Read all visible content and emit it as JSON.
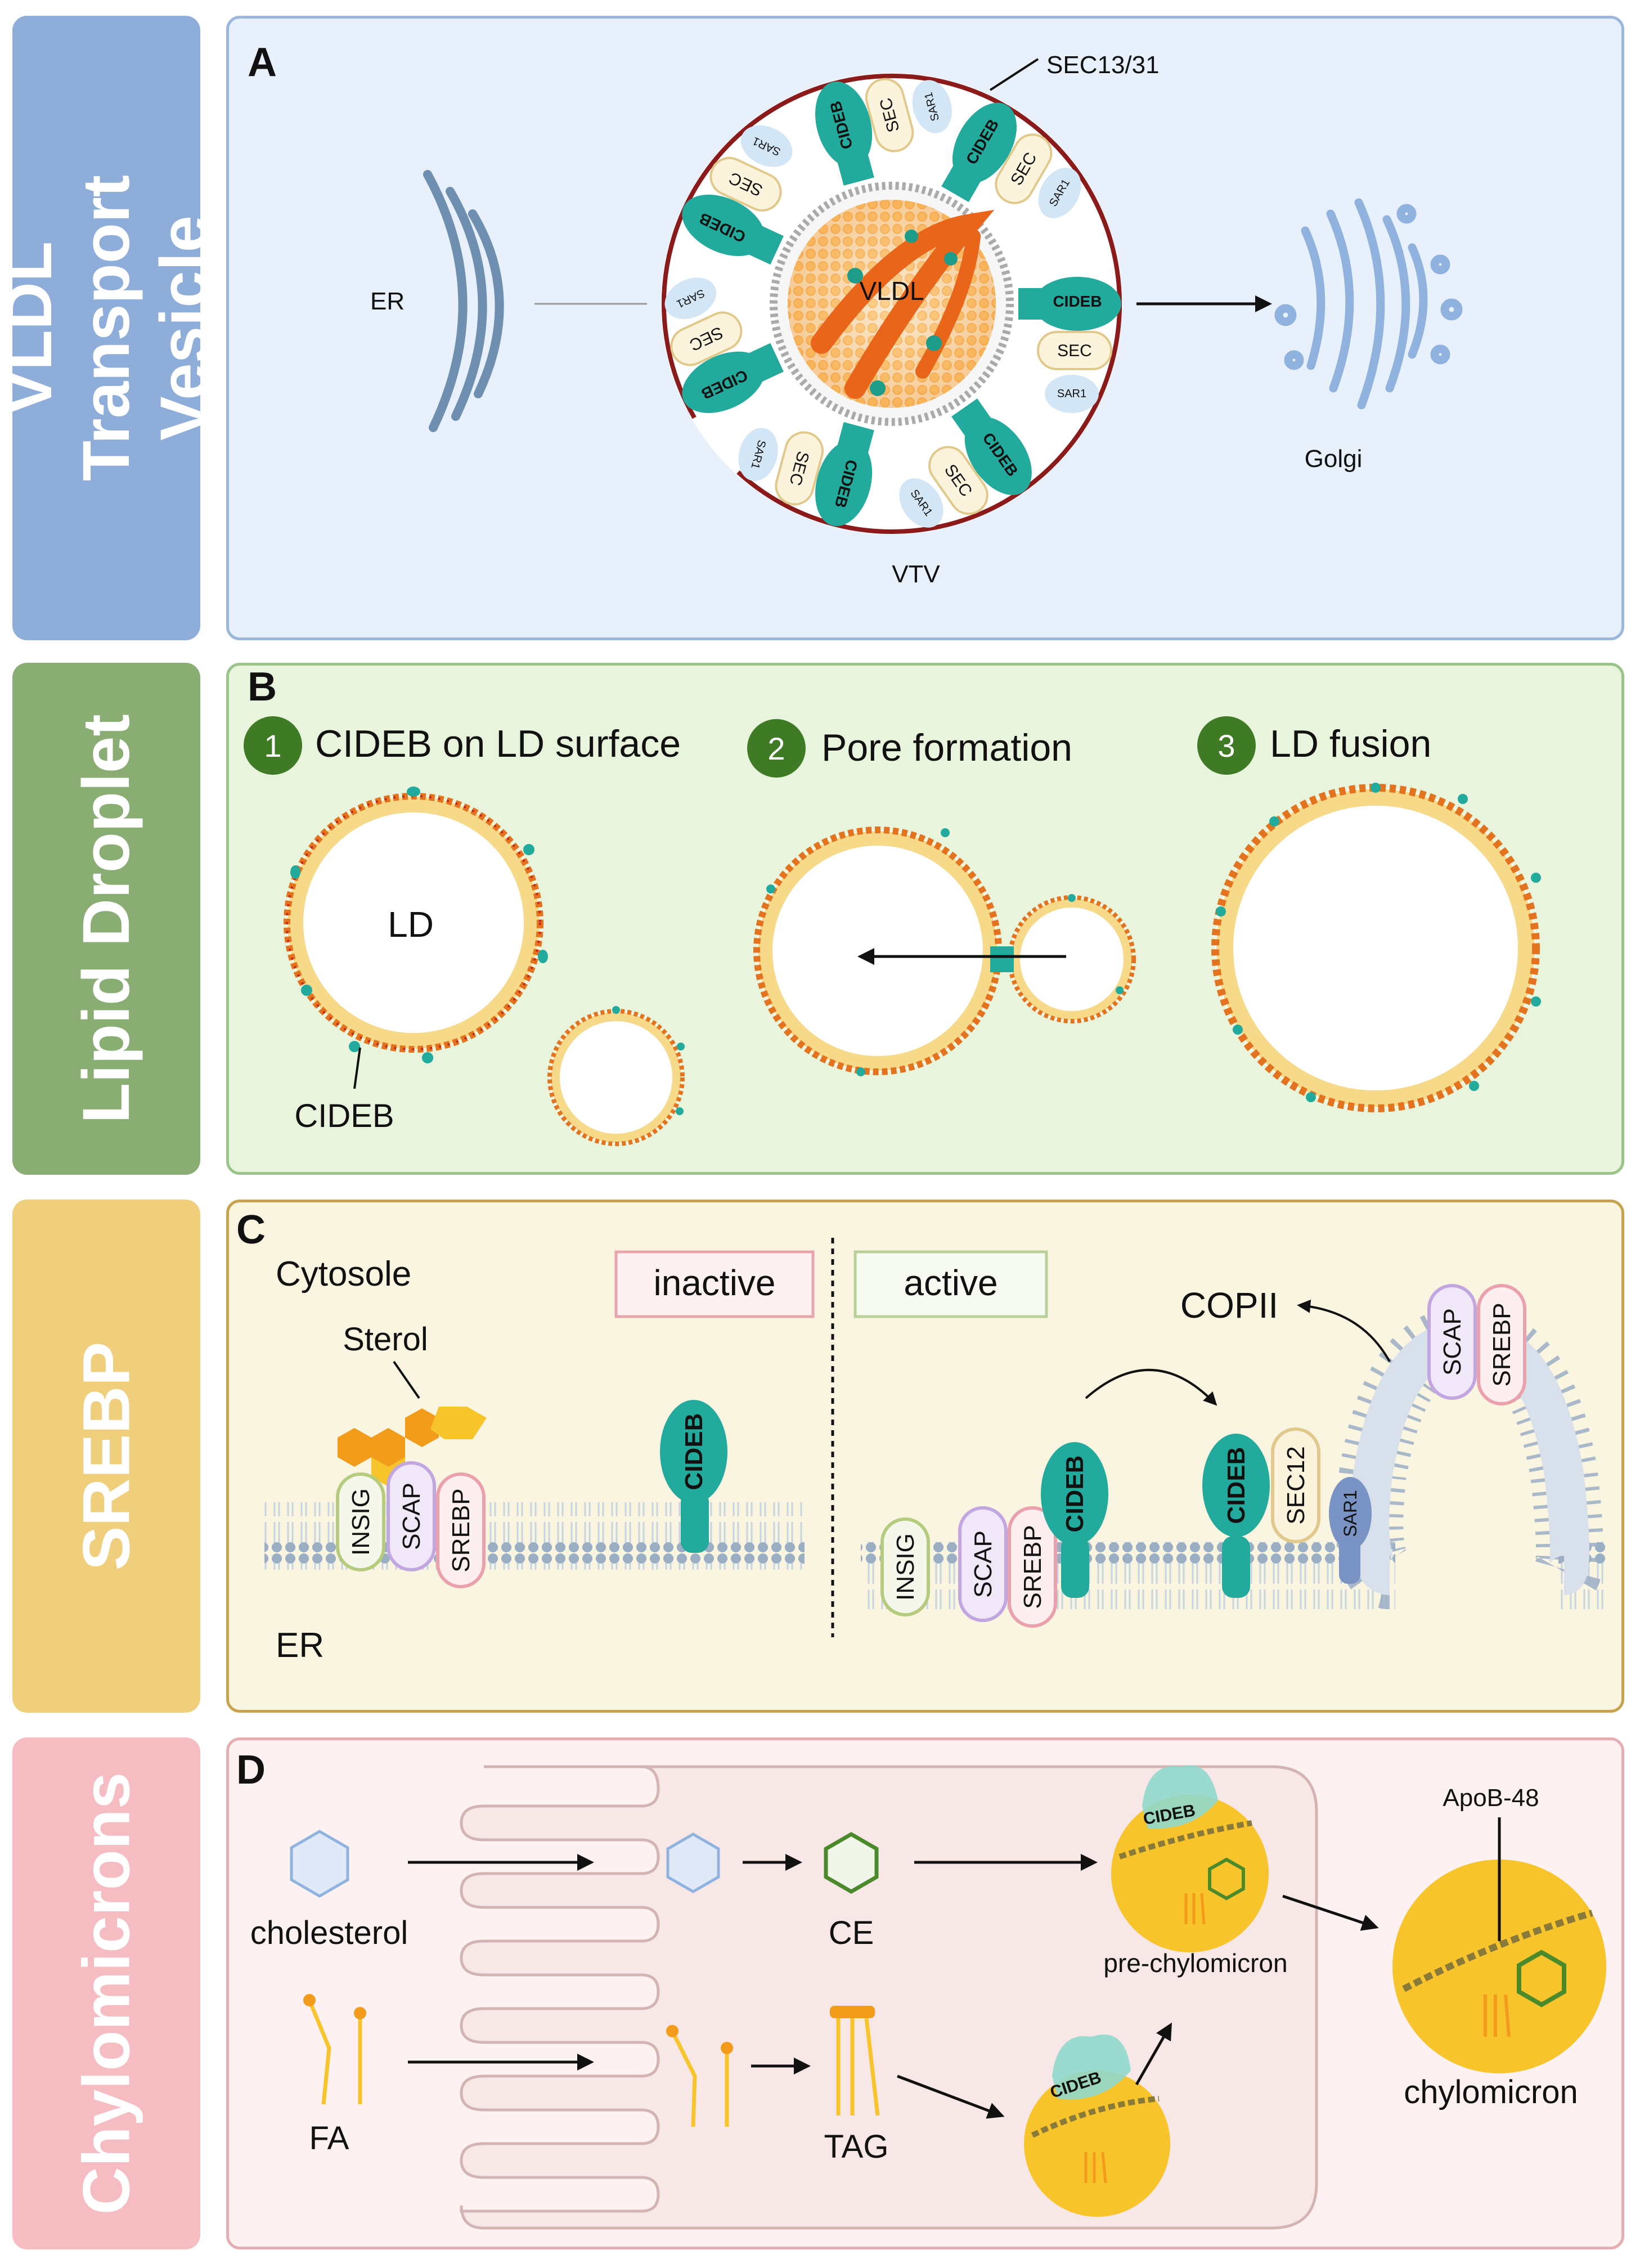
{
  "colors": {
    "side_a": "#8eadd8",
    "side_b": "#8aad74",
    "side_c": "#f0cf7c",
    "side_d": "#f5bcc2",
    "panel_a_fill": "#e8f0fb",
    "panel_a_border": "#9bb8dc",
    "panel_b_fill": "#e8f5dc",
    "panel_b_border": "#9bc48a",
    "panel_c_fill": "#faf5e0",
    "panel_c_border": "#c9a24d",
    "panel_d_fill": "#fdf1f1",
    "panel_d_border": "#e5aeb2",
    "cideb_teal": "#22ab9c",
    "lipid_orange": "#f08a24",
    "golgi_blue": "#8fb2df",
    "er_blue": "#6f8fb0",
    "membrane": "#9aaec4",
    "dark_red": "#8b1a1a",
    "yellow": "#f7c42b",
    "green_step": "#3f7a24"
  },
  "side_labels": {
    "a": "VLDL Transport Vesicle",
    "b": "Lipid Droplet",
    "c": "SREBP",
    "d": "Chylomicrons"
  },
  "panel_a": {
    "letter": "A",
    "sec13_31": "SEC13/31",
    "er": "ER",
    "vldl": "VLDL",
    "golgi": "Golgi",
    "vtv": "VTV",
    "cideb": "CIDEB",
    "sec": "SEC",
    "sar1": "SAR1"
  },
  "panel_b": {
    "letter": "B",
    "steps": [
      {
        "num": "1",
        "label": "CIDEB on LD surface"
      },
      {
        "num": "2",
        "label": "Pore formation"
      },
      {
        "num": "3",
        "label": "LD fusion"
      }
    ],
    "ld": "LD",
    "cideb": "CIDEB"
  },
  "panel_c": {
    "letter": "C",
    "cytosole": "Cytosole",
    "inactive": "inactive",
    "active": "active",
    "sterol": "Sterol",
    "copii": "COPII",
    "er": "ER",
    "insig": "INSIG",
    "scap": "SCAP",
    "srebp": "SREBP",
    "cideb": "CIDEB",
    "sec12": "SEC12",
    "sar1": "SAR1"
  },
  "panel_d": {
    "letter": "D",
    "cholesterol": "cholesterol",
    "ce": "CE",
    "fa": "FA",
    "tag": "TAG",
    "pre_chylomicron": "pre-chylomicron",
    "chylomicron": "chylomicron",
    "apob48": "ApoB-48",
    "cideb": "CIDEB"
  }
}
